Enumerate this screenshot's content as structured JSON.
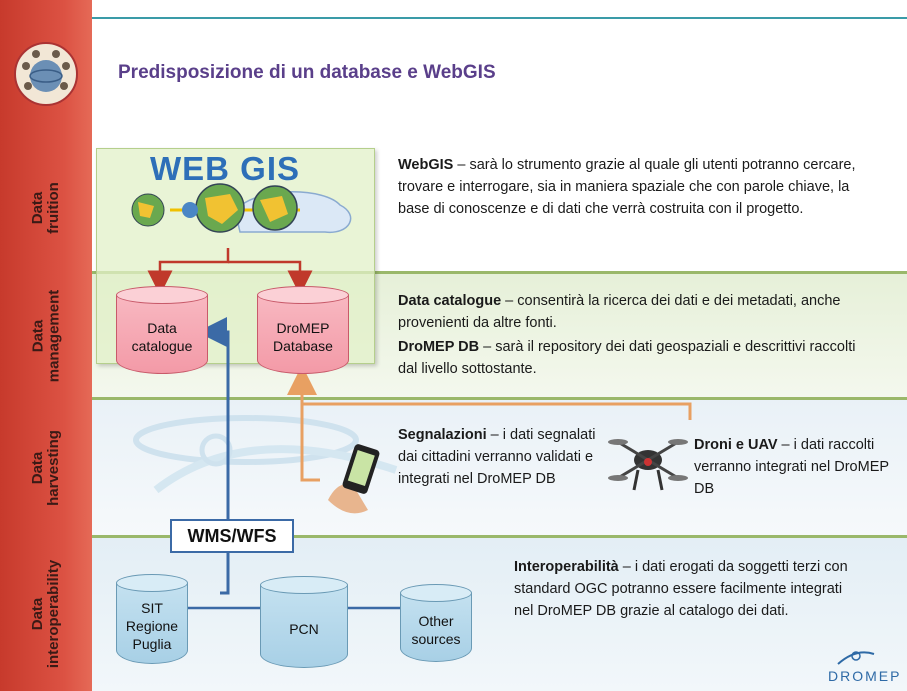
{
  "title": "Predisposizione di un database e WebGIS",
  "layers": {
    "fruition": "Data\nfruition",
    "management": "Data\nmanagement",
    "harvesting": "Data\nharvesting",
    "interoperability": "Data\ninteroperability"
  },
  "webgis": {
    "logo_text": "WEB GIS"
  },
  "databases": {
    "data_catalogue": "Data\ncatalogue",
    "dromep_db": "DroMEP\nDatabase",
    "sit": "SIT\nRegione\nPuglia",
    "pcn": "PCN",
    "other": "Other\nsources"
  },
  "wms_label": "WMS/WFS",
  "descriptions": {
    "webgis_head": "WebGIS",
    "webgis_body": " – sarà lo strumento grazie al quale gli utenti potranno cercare, trovare e interrogare, sia in maniera spaziale che con parole chiave, la base di conoscenze e di dati che verrà costruita con il progetto.",
    "catalogue_head": "Data catalogue",
    "catalogue_body": " – consentirà la ricerca dei dati e dei metadati, anche provenienti da altre fonti.",
    "dromepdb_head": "DroMEP DB",
    "dromepdb_body": " – sarà il repository dei dati geospaziali e descrittivi raccolti dal livello sottostante.",
    "segnalazioni_head": "Segnalazioni",
    "segnalazioni_body": " – i dati segnalati dai cittadini verranno validati e integrati nel DroMEP DB",
    "droni_head": "Droni e UAV",
    "droni_body": " – i dati raccolti verranno integrati nel DroMEP DB",
    "interop_head": "Interoperabilità",
    "interop_body": " – i dati erogati da soggetti terzi con standard OGC potranno essere facilmente integrati nel DroMEP DB grazie al catalogo dei dati."
  },
  "logo": "DROMEP",
  "colors": {
    "side_band": "#dc5243",
    "title": "#5a3f8a",
    "webgis_text": "#2d6fb8",
    "arrow_blue": "#3b6aa6",
    "arrow_orange": "#e8a062",
    "arrow_red": "#c0392b"
  }
}
